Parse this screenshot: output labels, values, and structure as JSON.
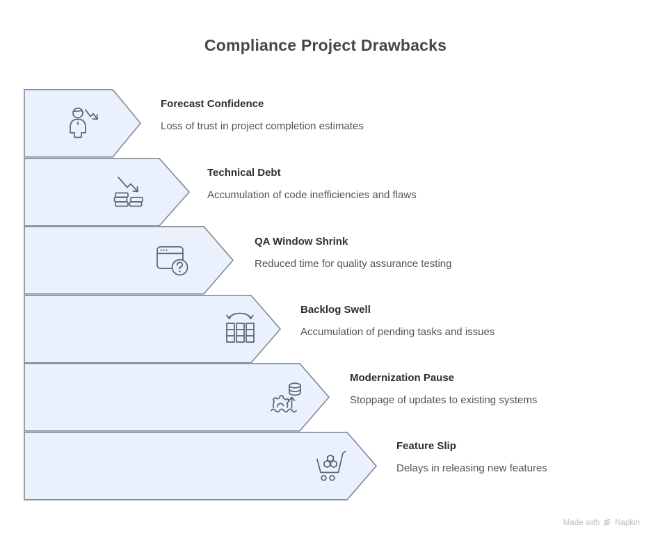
{
  "page": {
    "title": "Compliance Project Drawbacks"
  },
  "rows": [
    {
      "title": "Forecast Confidence",
      "desc": "Loss of trust in project completion estimates",
      "icon": "person-decline-icon"
    },
    {
      "title": "Technical Debt",
      "desc": "Accumulation of code inefficiencies and flaws",
      "icon": "stacks-decline-icon"
    },
    {
      "title": "QA Window Shrink",
      "desc": "Reduced time for quality assurance testing",
      "icon": "window-question-icon"
    },
    {
      "title": "Backlog Swell",
      "desc": "Accumulation of pending tasks and issues",
      "icon": "kanban-columns-arrow-icon"
    },
    {
      "title": "Modernization Pause",
      "desc": "Stoppage of updates to existing systems",
      "icon": "sunken-gear-database-icon"
    },
    {
      "title": "Feature Slip",
      "desc": "Delays in releasing new features",
      "icon": "cart-hexagons-icon"
    }
  ],
  "footer": {
    "prefix": "Made with",
    "brand": "Napkin"
  },
  "colors": {
    "arrow_fill": "#eaf0fc",
    "arrow_stroke": "#818b96",
    "icon_stroke": "#5a646e",
    "title_text": "#2f2f2f",
    "desc_text": "#525252",
    "heading_text": "#474747",
    "footer_text": "#bdbdbd"
  }
}
